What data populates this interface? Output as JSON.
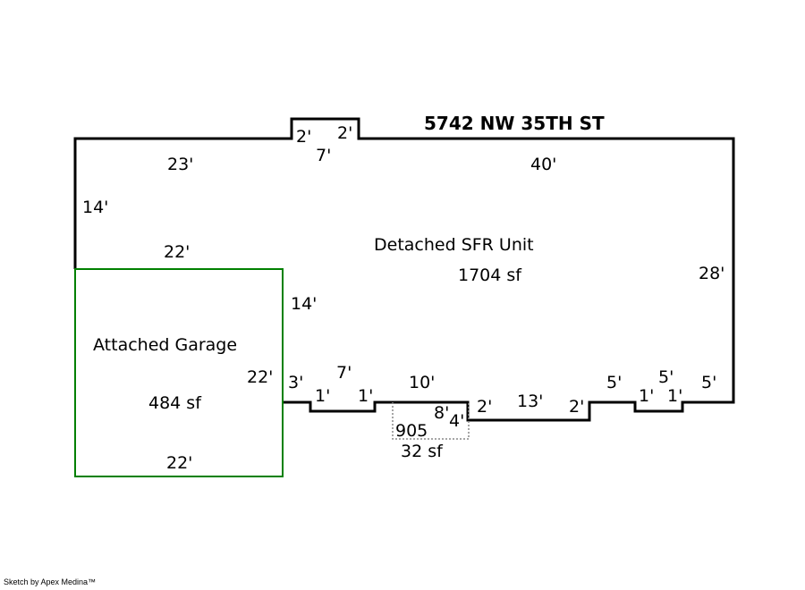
{
  "title": "5742 NW 35TH ST",
  "main_area": {
    "name": "Detached SFR Unit",
    "area": "1704 sf"
  },
  "garage": {
    "name": "Attached Garage",
    "area": "484 sf"
  },
  "small_area": {
    "code": "905",
    "area": "32 sf"
  },
  "dimensions": {
    "top_left": "23'",
    "bump_left": "2'",
    "bump_right": "2'",
    "bump_top": "7'",
    "top_right": "40'",
    "left_wall": "14'",
    "garage_top": "22'",
    "main_right": "28'",
    "garage_side_upper": "14'",
    "garage_right": "22'",
    "garage_bottom": "22'",
    "b_3": "3'",
    "b_1a": "1'",
    "b_7": "7'",
    "b_1b": "1'",
    "b_10": "10'",
    "p_8": "8'",
    "p_4": "4'",
    "b_2a": "2'",
    "b_13": "13'",
    "b_2b": "2'",
    "b_5a": "5'",
    "b_1c": "1'",
    "b_5b": "5'",
    "b_1d": "1'",
    "b_5c": "5'"
  },
  "credit": "Sketch by Apex Medina™",
  "colors": {
    "main_outline": "#000000",
    "garage_outline": "#008000",
    "porch_outline": "#888888"
  }
}
